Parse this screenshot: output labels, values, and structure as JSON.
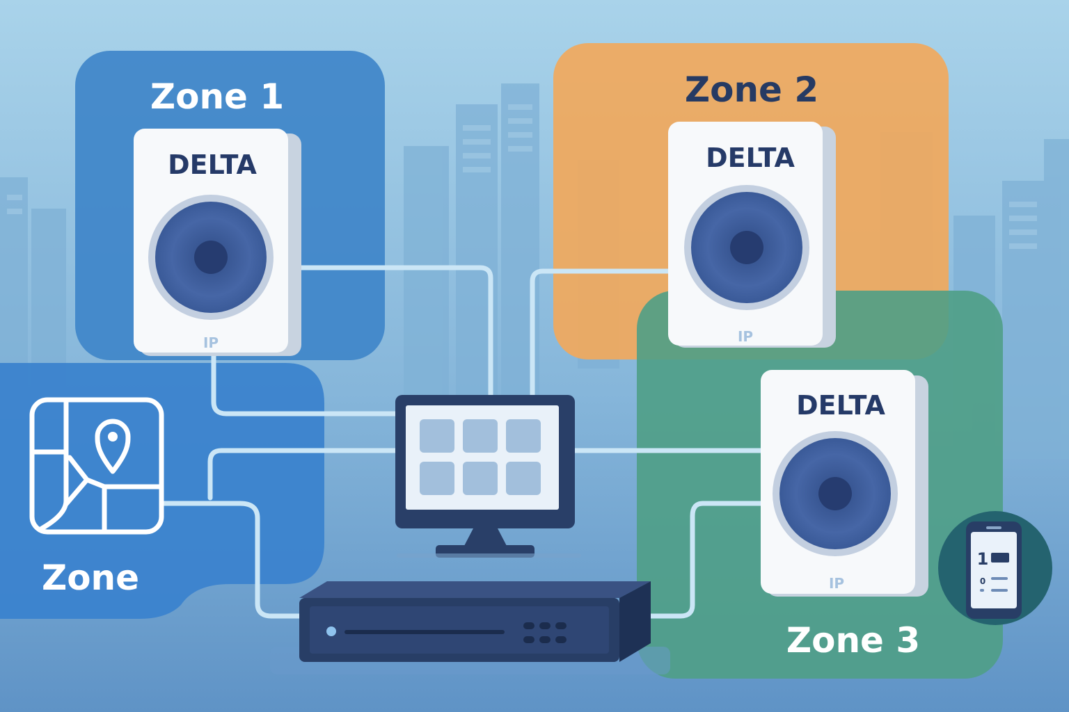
{
  "zones": [
    {
      "id": "zone1",
      "label": "Zone 1",
      "color": "#3f86c9"
    },
    {
      "id": "zone2",
      "label": "Zone 2",
      "color": "#f0a95e"
    },
    {
      "id": "zone3",
      "label": "Zone 3",
      "color": "#4f9e86"
    },
    {
      "id": "zone-map",
      "label": "Zone",
      "color": "#3b83cd"
    }
  ],
  "speakers": [
    {
      "brand": "DELTA",
      "tag": "IP"
    },
    {
      "brand": "DELTA",
      "tag": "IP"
    },
    {
      "brand": "DELTA",
      "tag": "IP"
    }
  ],
  "icons": {
    "map": "map-pin-icon",
    "monitor": "monitor-grid-icon",
    "server": "network-recorder-icon",
    "phone": "smartphone-icon"
  },
  "phone": {
    "top": "1",
    "bottom": "0"
  },
  "colors": {
    "sky": "#a7d0e8",
    "navy": "#283e66",
    "speaker_face": "#f7f9fb",
    "cone": "#3e5fa0",
    "wire": "#cbe6f6"
  }
}
